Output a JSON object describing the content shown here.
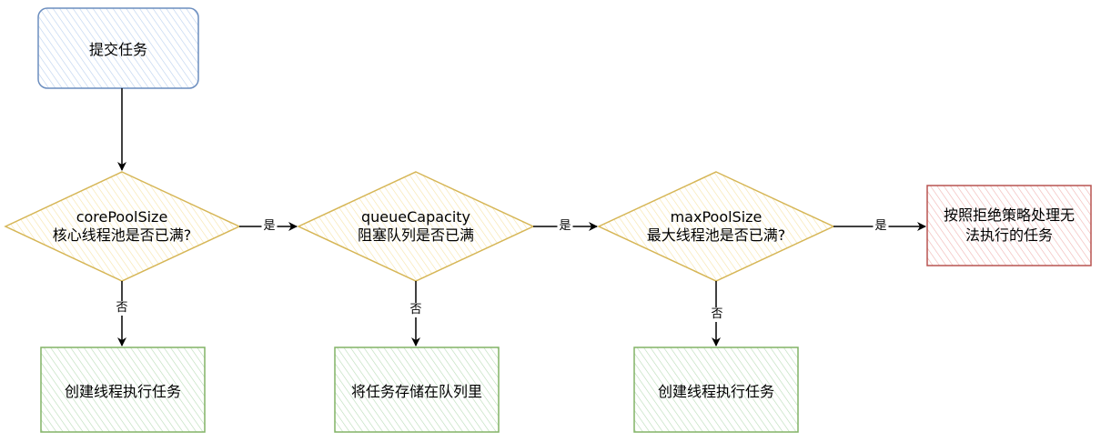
{
  "nodes": {
    "start": "提交任务",
    "decision1_line1": "corePoolSize",
    "decision1_line2": "核心线程池是否已满?",
    "decision2_line1": "queueCapacity",
    "decision2_line2": "阻塞队列是否已满",
    "decision3_line1": "maxPoolSize",
    "decision3_line2": "最大线程池是否已满?",
    "reject": "按照拒绝策略处理无法执行的任务",
    "result1": "创建线程执行任务",
    "result2": "将任务存储在队列里",
    "result3": "创建线程执行任务"
  },
  "edges": {
    "yes1": "是",
    "yes2": "是",
    "yes3": "是",
    "no1": "否",
    "no2": "否",
    "no3": "否"
  },
  "colors": {
    "start_fill": "#dae8fc",
    "start_stroke": "#6c8ebf",
    "decision_fill": "#fff2cc",
    "decision_stroke": "#d6b656",
    "result_fill": "#d5e8d4",
    "result_stroke": "#82b366",
    "reject_fill": "#f8cecc",
    "reject_stroke": "#b85450"
  }
}
